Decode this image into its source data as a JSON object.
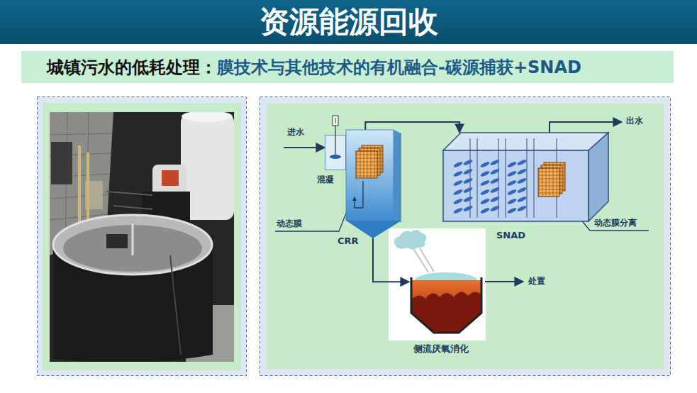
{
  "diagram": {
    "title": "资源能源回收",
    "nodes": [
      {
        "text": [
          "城镇污水的低耗处理：",
          "膜技术与其他技术的有机融合-碳源捕获+SNAD"
        ]
      },
      {
        "text": [
          "混凝"
        ]
      },
      {
        "text": [
          "CRR"
        ]
      },
      {
        "text": [
          "SNAD"
        ]
      },
      {
        "text": [
          "侧流厌氧消化"
        ]
      }
    ],
    "edges": [
      {
        "from": 2,
        "to": 3,
        "arrow": "to"
      },
      {
        "from": 2,
        "to": 4,
        "arrow": "to"
      }
    ],
    "labels": [
      "进水",
      "动态膜",
      "出水",
      "动态膜分离",
      "处置"
    ]
  }
}
